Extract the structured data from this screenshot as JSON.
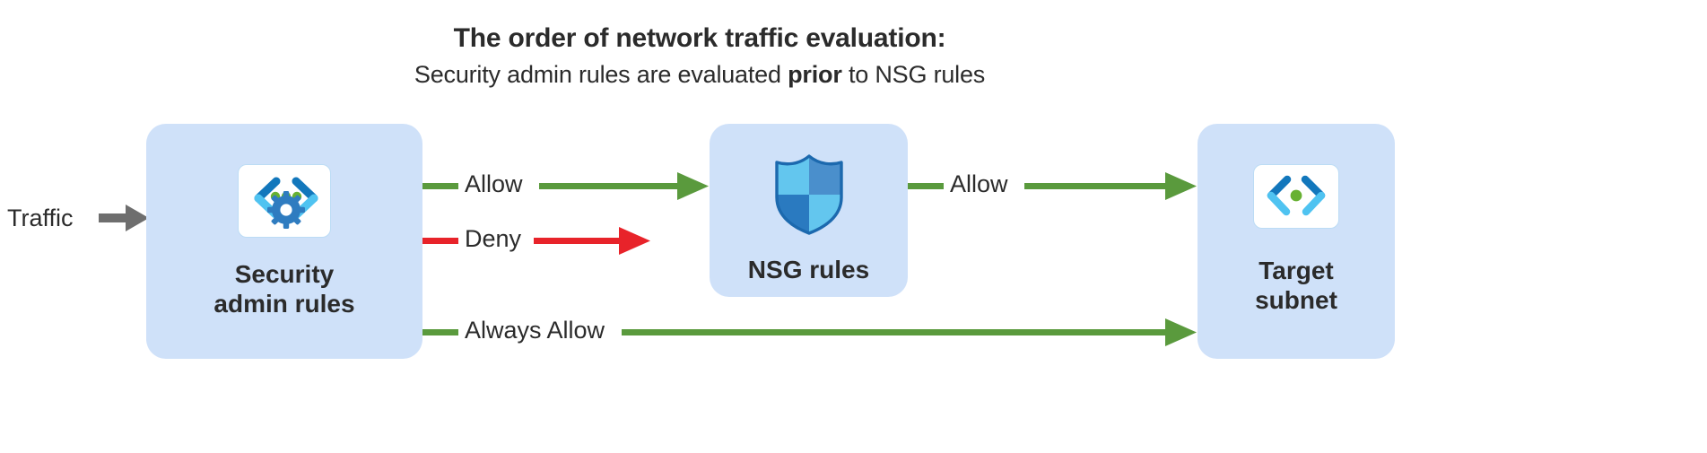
{
  "header": {
    "title": "The order of network traffic evaluation:",
    "subtitle_before": "Security admin rules are evaluated ",
    "subtitle_emphasis": "prior",
    "subtitle_after": " to NSG rules"
  },
  "traffic": {
    "label": "Traffic",
    "arrow_color": "#6e6e6e"
  },
  "nodes": [
    {
      "id": "security-admin-rules",
      "label": "Security\nadmin rules",
      "icon": "code-brackets-gear-icon",
      "fill": "#cfe1f9"
    },
    {
      "id": "nsg-rules",
      "label": "NSG rules",
      "icon": "shield-icon",
      "fill": "#cfe1f9"
    },
    {
      "id": "target-subnet",
      "label": "Target\nsubnet",
      "icon": "code-brackets-dot-icon",
      "fill": "#cfe1f9"
    }
  ],
  "flows": [
    {
      "id": "allow-to-nsg",
      "label": "Allow",
      "color": "#5a9a3d",
      "from": "security-admin-rules",
      "to": "nsg-rules"
    },
    {
      "id": "deny",
      "label": "Deny",
      "color": "#e8232a",
      "from": "security-admin-rules",
      "to": "blocked"
    },
    {
      "id": "allow-to-target",
      "label": "Allow",
      "color": "#5a9a3d",
      "from": "nsg-rules",
      "to": "target-subnet"
    },
    {
      "id": "always-allow",
      "label": "Always Allow",
      "color": "#5a9a3d",
      "from": "security-admin-rules",
      "to": "target-subnet"
    }
  ],
  "colors": {
    "box_fill": "#cfe1f9",
    "allow_green": "#5a9a3d",
    "deny_red": "#e8232a",
    "traffic_gray": "#6e6e6e",
    "text": "#2b2b2b",
    "icon_blue_dark": "#0f6cbd",
    "icon_blue_light": "#32c5f4",
    "icon_green_dot": "#67b132",
    "shield_blue_a": "#63c6ee",
    "shield_blue_b": "#4a8fcc",
    "shield_blue_c": "#2a7ac0",
    "shield_blue_d": "#63c6ee",
    "gear_blue": "#2f7cc0"
  }
}
